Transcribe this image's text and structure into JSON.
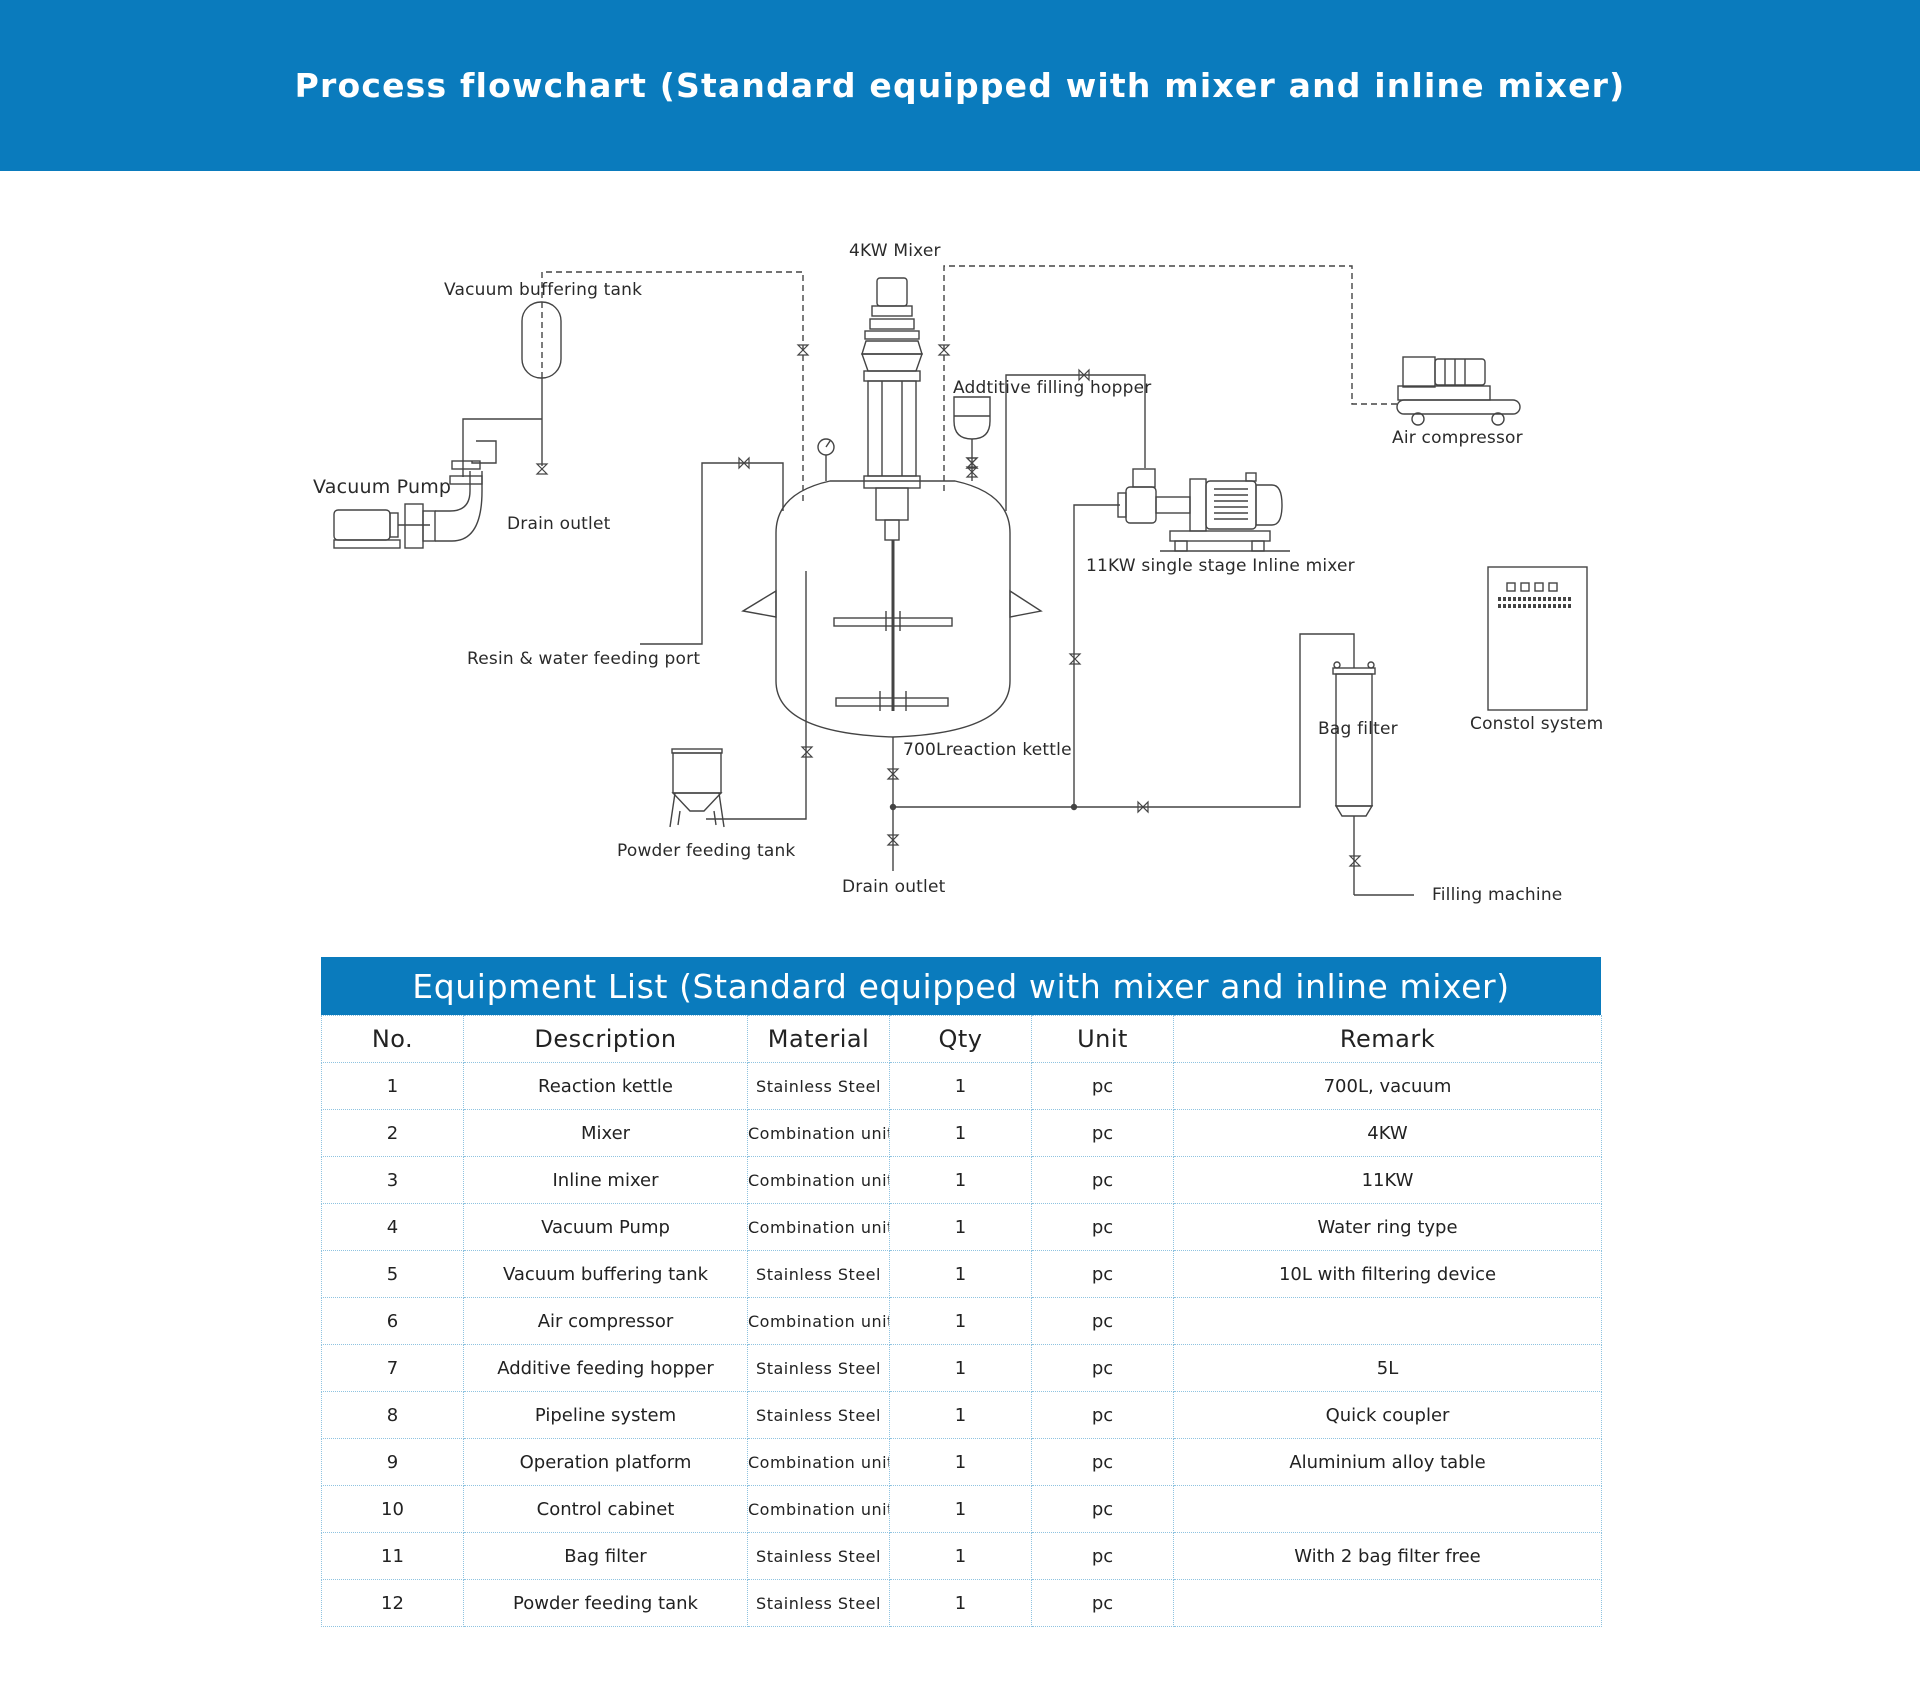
{
  "header": {
    "title": "Process flowchart (Standard equipped with mixer and inline mixer)"
  },
  "diagram": {
    "labels": {
      "mixer": "4KW Mixer",
      "vacuum_tank": "Vacuum buffering tank",
      "additive_hopper": "Addtitive filling hopper",
      "air_compressor": "Air compressor",
      "vacuum_pump": "Vacuum Pump",
      "drain_outlet_left": "Drain outlet",
      "inline_mixer": "11KW single stage Inline mixer",
      "resin_port": "Resin & water feeding port",
      "kettle": "700Lreaction kettle",
      "bag_filter": "Bag filter",
      "control_system": "Constol system",
      "powder_tank": "Powder feeding tank",
      "drain_outlet_bottom": "Drain outlet",
      "filling_machine": "Filling machine"
    }
  },
  "equipment": {
    "title": "Equipment List (Standard equipped with mixer and inline mixer)",
    "headers": [
      "No.",
      "Description",
      "Material",
      "Qty",
      "Unit",
      "Remark"
    ],
    "rows": [
      [
        "1",
        "Reaction kettle",
        "Stainless Steel",
        "1",
        "pc",
        "700L, vacuum"
      ],
      [
        "2",
        "Mixer",
        "Combination unit",
        "1",
        "pc",
        "4KW"
      ],
      [
        "3",
        "Inline mixer",
        "Combination unit",
        "1",
        "pc",
        "11KW"
      ],
      [
        "4",
        "Vacuum Pump",
        "Combination unit",
        "1",
        "pc",
        "Water ring type"
      ],
      [
        "5",
        "Vacuum buffering tank",
        "Stainless Steel",
        "1",
        "pc",
        "10L with filtering device"
      ],
      [
        "6",
        "Air compressor",
        "Combination unit",
        "1",
        "pc",
        ""
      ],
      [
        "7",
        "Additive feeding hopper",
        "Stainless Steel",
        "1",
        "pc",
        "5L"
      ],
      [
        "8",
        "Pipeline system",
        "Stainless Steel",
        "1",
        "pc",
        "Quick coupler"
      ],
      [
        "9",
        "Operation platform",
        "Combination unit",
        "1",
        "pc",
        "Aluminium alloy table"
      ],
      [
        "10",
        "Control cabinet",
        "Combination unit",
        "1",
        "pc",
        ""
      ],
      [
        "11",
        "Bag filter",
        "Stainless Steel",
        "1",
        "pc",
        "With 2 bag filter free"
      ],
      [
        "12",
        "Powder feeding tank",
        "Stainless Steel",
        "1",
        "pc",
        ""
      ]
    ]
  },
  "colors": {
    "banner": "#0a7bbd",
    "line": "#444444",
    "grid": "#8fc3e0"
  }
}
